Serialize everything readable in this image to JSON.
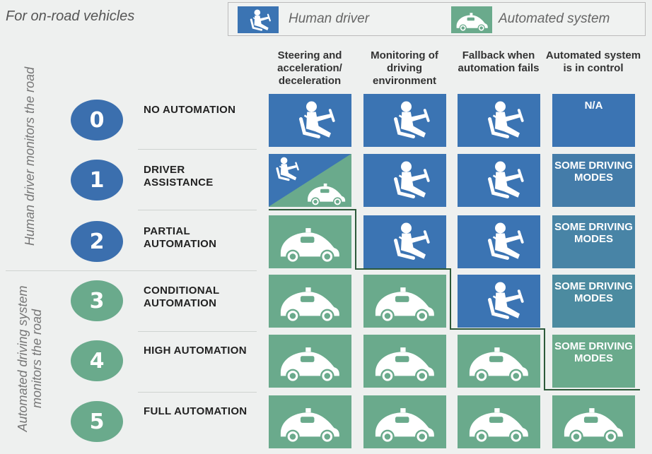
{
  "subtitle": "For on-road vehicles",
  "legend": {
    "human_label": "Human driver",
    "auto_label": "Automated system"
  },
  "colors": {
    "human": "#3b74b3",
    "automated": "#6aaa8c",
    "background": "#eef0ef",
    "boundary_line": "#2d5a3a"
  },
  "columns": [
    "Steering and acceleration/ deceleration",
    "Monitoring of driving environment",
    "Fallback when automation fails",
    "Automated system is in control"
  ],
  "groups": {
    "human": "Human driver monitors the road",
    "automated": "Automated driving system monitors the road"
  },
  "levels": [
    {
      "number": "0",
      "name": "NO AUTOMATION",
      "circle_color": "#3b6fae",
      "cells": [
        {
          "type": "human"
        },
        {
          "type": "human"
        },
        {
          "type": "human"
        },
        {
          "type": "text",
          "text": "N/A",
          "color": "#3b74b3"
        }
      ]
    },
    {
      "number": "1",
      "name": "DRIVER ASSISTANCE",
      "circle_color": "#3b6fae",
      "cells": [
        {
          "type": "mixed"
        },
        {
          "type": "human"
        },
        {
          "type": "human"
        },
        {
          "type": "text",
          "text": "SOME DRIVING MODES",
          "color": "#447ca9"
        }
      ]
    },
    {
      "number": "2",
      "name": "PARTIAL AUTOMATION",
      "circle_color": "#3b6fae",
      "cells": [
        {
          "type": "auto"
        },
        {
          "type": "human"
        },
        {
          "type": "human"
        },
        {
          "type": "text",
          "text": "SOME DRIVING MODES",
          "color": "#4884a6"
        }
      ]
    },
    {
      "number": "3",
      "name": "CONDITIONAL AUTOMATION",
      "circle_color": "#6aaa8c",
      "cells": [
        {
          "type": "auto"
        },
        {
          "type": "auto"
        },
        {
          "type": "human"
        },
        {
          "type": "text",
          "text": "SOME DRIVING MODES",
          "color": "#4c8ba0"
        }
      ]
    },
    {
      "number": "4",
      "name": "HIGH AUTOMATION",
      "circle_color": "#6aaa8c",
      "cells": [
        {
          "type": "auto"
        },
        {
          "type": "auto"
        },
        {
          "type": "auto"
        },
        {
          "type": "text",
          "text": "SOME DRIVING MODES",
          "color": "#6aaa8c"
        }
      ]
    },
    {
      "number": "5",
      "name": "FULL AUTOMATION",
      "circle_color": "#6aaa8c",
      "cells": [
        {
          "type": "auto"
        },
        {
          "type": "auto"
        },
        {
          "type": "auto"
        },
        {
          "type": "auto"
        }
      ]
    }
  ]
}
